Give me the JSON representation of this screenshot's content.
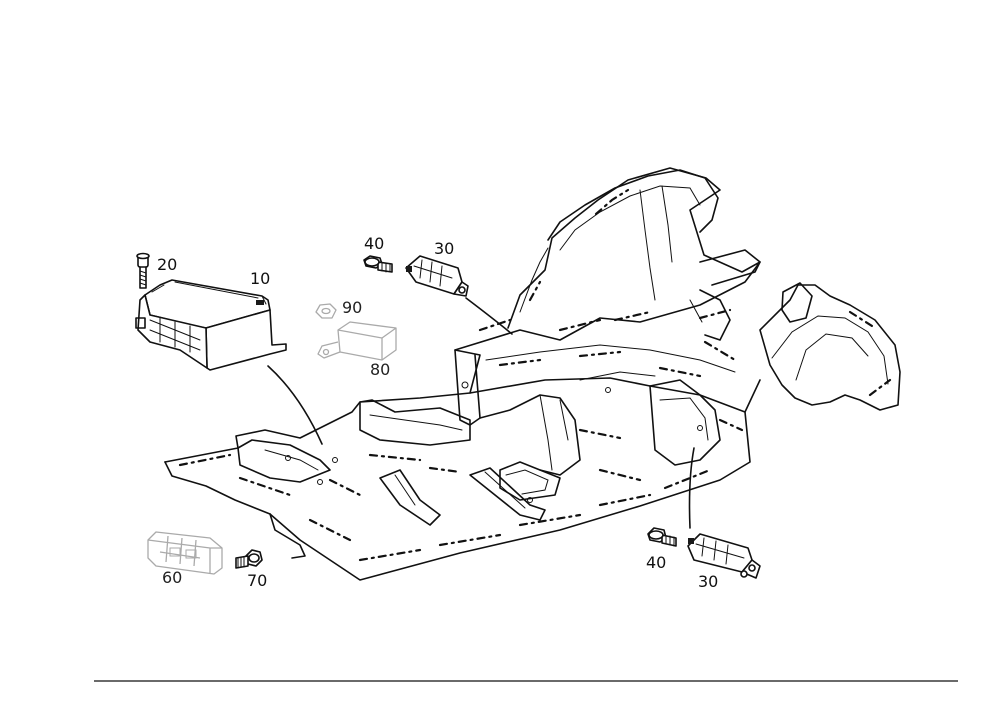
{
  "diagram": {
    "title": "",
    "labels": {
      "p10": "10",
      "p20": "20",
      "p30a": "30",
      "p30b": "30",
      "p40a": "40",
      "p40b": "40",
      "p60": "60",
      "p70": "70",
      "p80": "80",
      "p90": "90"
    },
    "parts": [
      {
        "id": "10",
        "icon": "control-unit-icon"
      },
      {
        "id": "20",
        "icon": "bolt-icon"
      },
      {
        "id": "30",
        "icon": "sensor-icon"
      },
      {
        "id": "40",
        "icon": "flange-bolt-icon"
      },
      {
        "id": "60",
        "icon": "connector-icon",
        "style": "ghosted"
      },
      {
        "id": "70",
        "icon": "screw-icon"
      },
      {
        "id": "80",
        "icon": "bracket-icon",
        "style": "ghosted"
      },
      {
        "id": "90",
        "icon": "nut-icon",
        "style": "ghosted"
      }
    ],
    "colors": {
      "line": "#111111",
      "ghost": "#aaaaaa",
      "background": "#ffffff"
    }
  }
}
